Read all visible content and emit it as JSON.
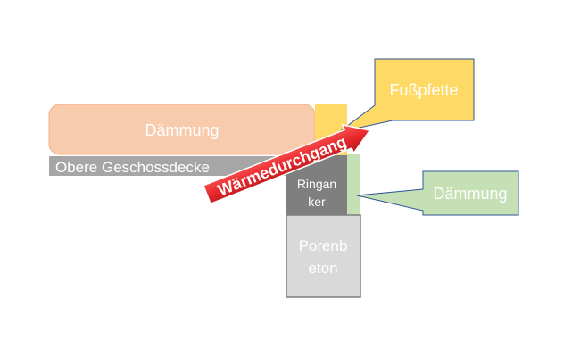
{
  "labels": {
    "insulation_top": "Dämmung",
    "upper_ceiling": "Obere Geschossdecke",
    "foot_purlin": "Fußpfette",
    "ring_beam_line1": "Ringan",
    "ring_beam_line2": "ker",
    "aerated_concrete_line1": "Porenb",
    "aerated_concrete_line2": "eton",
    "insulation_right": "Dämmung",
    "thermal_bridge": "Wärmedurchgang"
  },
  "colors": {
    "insulation_fill": "#f8cbad",
    "insulation_border": "#f4b183",
    "insulation_text": "#ffffff",
    "ceiling_fill": "#a6a6a6",
    "ring_beam_fill": "#7f7f7f",
    "concrete_fill": "#d9d9d9",
    "concrete_border": "#7f7f7f",
    "purlin_fill": "#ffd966",
    "callout_border": "#2f5597",
    "callout_text_white": "#ffffff",
    "insulation_right_fill": "#c5e0b4",
    "insulation_right_text": "#ffffff",
    "arrow_fill": "#e6262b",
    "arrow_border": "#ffffff",
    "arrow_text": "#ffffff"
  }
}
